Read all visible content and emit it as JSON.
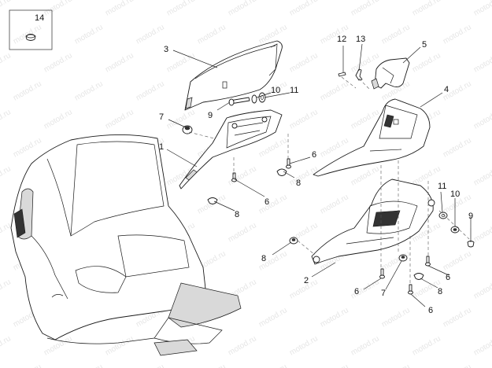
{
  "watermark": "motod.ru",
  "callouts": [
    {
      "id": "c14",
      "text": "14"
    },
    {
      "id": "c3",
      "text": "3"
    },
    {
      "id": "c12",
      "text": "12"
    },
    {
      "id": "c13",
      "text": "13"
    },
    {
      "id": "c5",
      "text": "5"
    },
    {
      "id": "c4",
      "text": "4"
    },
    {
      "id": "c10a",
      "text": "10"
    },
    {
      "id": "c11a",
      "text": "11"
    },
    {
      "id": "c9a",
      "text": "9"
    },
    {
      "id": "c7a",
      "text": "7"
    },
    {
      "id": "c1",
      "text": "1"
    },
    {
      "id": "c6a",
      "text": "6"
    },
    {
      "id": "c8a",
      "text": "8"
    },
    {
      "id": "c6b",
      "text": "6"
    },
    {
      "id": "c8b",
      "text": "8"
    },
    {
      "id": "c11b",
      "text": "11"
    },
    {
      "id": "c10b",
      "text": "10"
    },
    {
      "id": "c9b",
      "text": "9"
    },
    {
      "id": "c8c",
      "text": "8"
    },
    {
      "id": "c2",
      "text": "2"
    },
    {
      "id": "c6c",
      "text": "6"
    },
    {
      "id": "c7b",
      "text": "7"
    },
    {
      "id": "c6d",
      "text": "6"
    },
    {
      "id": "c8d",
      "text": "8"
    },
    {
      "id": "c6e",
      "text": "6"
    }
  ]
}
